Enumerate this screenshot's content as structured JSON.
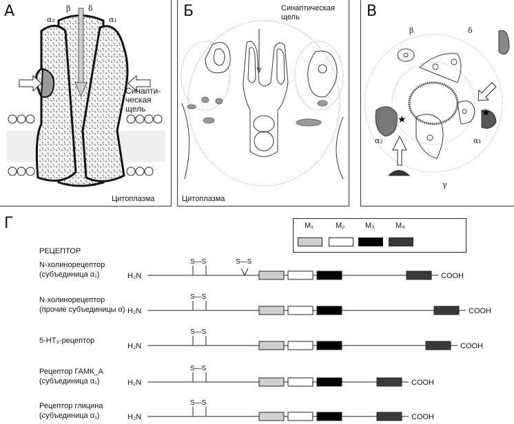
{
  "panel_a": {
    "label": "А",
    "subunits": {
      "a2": "α₂",
      "b": "β",
      "d": "δ",
      "a1": "α₁"
    },
    "cleft": "Синапти-\nческая\nщель",
    "cytoplasm": "Цитоплазма"
  },
  "panel_b": {
    "label": "Б",
    "cleft": "Синаптическая\nщель",
    "cytoplasm": "Цитоплазма"
  },
  "panel_c": {
    "label": "В",
    "subunits": {
      "b": "β",
      "d": "δ",
      "a2": "α₂",
      "a1": "α₁",
      "g": "γ"
    }
  },
  "panel_d": {
    "label": "Г",
    "header": "РЕЦЕПТОР",
    "legend": [
      "M₁",
      "M₂",
      "M₃",
      "M₄"
    ],
    "n_term": "H₂N",
    "c_term": "COOH",
    "disulfide": "S—S",
    "rows": [
      {
        "line1": "N-холинорецептор",
        "line2": "(субъединица α₁)"
      },
      {
        "line1": "N-холинорецептор",
        "line2": "(прочие субъединицы α)"
      },
      {
        "line1": "5-HT₃-рецептор",
        "line2": ""
      },
      {
        "line1": "Рецептор ГАМК_A",
        "line2": "(субъединица α₁)"
      },
      {
        "line1": "Рецептор глицина",
        "line2": "(субъединица α₁)"
      }
    ],
    "colors": {
      "m1": "#cfcfcf",
      "m2": "#ffffff",
      "m3": "#000000",
      "m4": "#3a3a3a"
    }
  }
}
